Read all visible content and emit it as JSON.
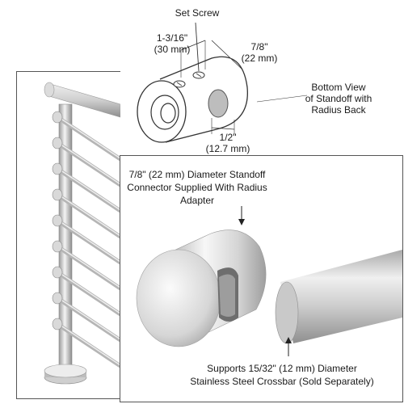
{
  "labels": {
    "set_screw": "Set Screw",
    "dim_left_in": "1-3/16\"",
    "dim_left_mm": "(30 mm)",
    "dim_right_in": "7/8\"",
    "dim_right_mm": "(22 mm)",
    "dim_bottom_in": "1/2\"",
    "dim_bottom_mm": "(12.7 mm)",
    "bottom_view_line1": "Bottom View",
    "bottom_view_line2": "of Standoff with",
    "bottom_view_line3": "Radius Back",
    "standoff_line1": "7/8\" (22 mm) Diameter Standoff",
    "standoff_line2": "Connector Supplied With Radius",
    "standoff_line3": "Adapter",
    "crossbar_line1": "Supports 15/32\" (12 mm) Diameter",
    "crossbar_line2": "Stainless Steel Crossbar (Sold Separately)"
  },
  "colors": {
    "line": "#333333",
    "metal_light": "#f2f2f2",
    "metal_mid": "#c9c9c9",
    "metal_dark": "#8a8a8a",
    "panel_border": "#555555"
  }
}
